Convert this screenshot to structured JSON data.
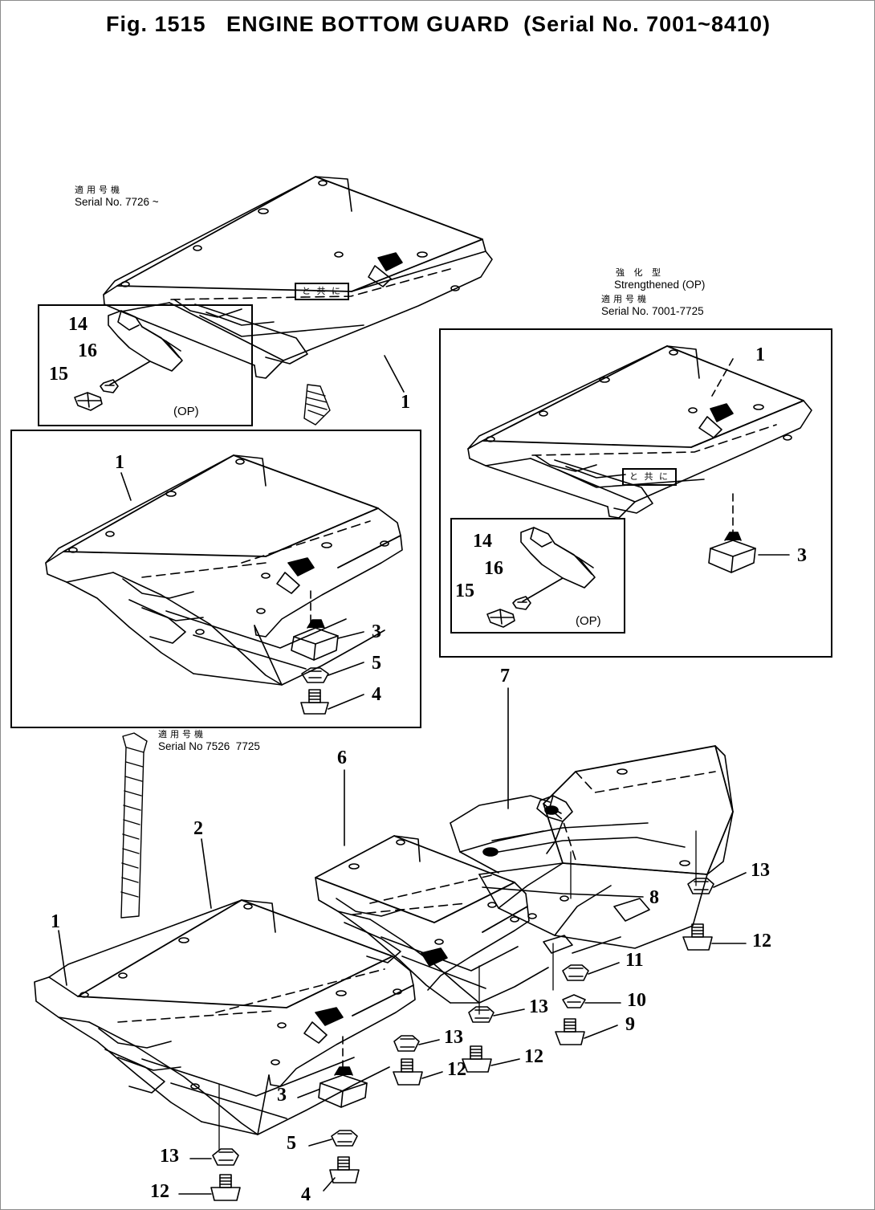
{
  "figure": {
    "title": "Fig. 1515   ENGINE BOTTOM GUARD  (Serial No. 7001~8410)",
    "fig_number": "Fig. 1515",
    "name": "ENGINE BOTTOM GUARD",
    "serial_range": "(Serial No. 7001~8410)"
  },
  "notes": {
    "top_left_cjk": "適用号機",
    "top_left_serial": "Serial No. 7726 ~",
    "right_cjk_1": "強 化 型",
    "right_strengthened": "Strengthened (OP)",
    "right_cjk_2": "適用号機",
    "right_serial": "Serial No. 7001-7725",
    "mid_cjk": "適用号機",
    "mid_serial": "Serial No 7526  7725",
    "op_label_left": "(OP)",
    "op_label_right": "(OP)",
    "inner_box_left": "と 共 に",
    "inner_box_right": "と 共 に"
  },
  "callouts": {
    "top_guard": [
      "14",
      "16",
      "15",
      "1"
    ],
    "right_guard": [
      "1",
      "3",
      "14",
      "16",
      "15"
    ],
    "mid_guard": [
      "1",
      "3",
      "5",
      "4"
    ],
    "bottom_guard": [
      "1",
      "2",
      "6",
      "7",
      "8",
      "9",
      "10",
      "11",
      "12",
      "13",
      "3",
      "5",
      "4"
    ]
  },
  "labels": [
    {
      "id": "t14",
      "text": "14"
    },
    {
      "id": "t16",
      "text": "16"
    },
    {
      "id": "t15",
      "text": "15"
    },
    {
      "id": "t1",
      "text": "1"
    },
    {
      "id": "r1",
      "text": "1"
    },
    {
      "id": "r3",
      "text": "3"
    },
    {
      "id": "r14",
      "text": "14"
    },
    {
      "id": "r16",
      "text": "16"
    },
    {
      "id": "r15",
      "text": "15"
    },
    {
      "id": "m1",
      "text": "1"
    },
    {
      "id": "m3",
      "text": "3"
    },
    {
      "id": "m5",
      "text": "5"
    },
    {
      "id": "m4",
      "text": "4"
    },
    {
      "id": "b1",
      "text": "1"
    },
    {
      "id": "b2",
      "text": "2"
    },
    {
      "id": "b6",
      "text": "6"
    },
    {
      "id": "b7",
      "text": "7"
    },
    {
      "id": "b8",
      "text": "8"
    },
    {
      "id": "b9",
      "text": "9"
    },
    {
      "id": "b10",
      "text": "10"
    },
    {
      "id": "b11",
      "text": "11"
    },
    {
      "id": "b12a",
      "text": "12"
    },
    {
      "id": "b12b",
      "text": "12"
    },
    {
      "id": "b12c",
      "text": "12"
    },
    {
      "id": "b13a",
      "text": "13"
    },
    {
      "id": "b13b",
      "text": "13"
    },
    {
      "id": "b13c",
      "text": "13"
    },
    {
      "id": "b13d",
      "text": "13"
    },
    {
      "id": "b3",
      "text": "3"
    },
    {
      "id": "b5",
      "text": "5"
    },
    {
      "id": "b4",
      "text": "4"
    }
  ],
  "colors": {
    "ink": "#000000",
    "paper": "#ffffff",
    "page_edge": "#8c8c8c"
  }
}
